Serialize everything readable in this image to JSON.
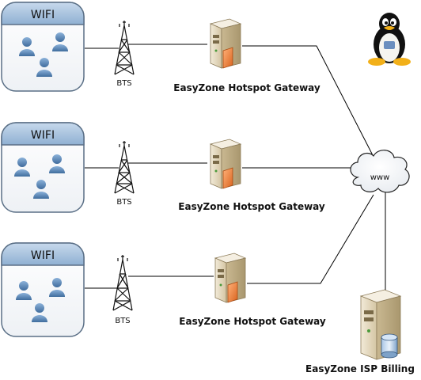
{
  "wifi_zones": [
    {
      "label": "WIFI",
      "bts_label": "BTS",
      "gateway_label": "EasyZone Hotspot Gateway"
    },
    {
      "label": "WIFI",
      "bts_label": "BTS",
      "gateway_label": "EasyZone Hotspot Gateway"
    },
    {
      "label": "WIFI",
      "bts_label": "BTS",
      "gateway_label": "EasyZone Hotspot Gateway"
    }
  ],
  "cloud_label": "www",
  "billing_label": "EasyZone ISP Billing",
  "icons": {
    "linux": "linux-tux-icon",
    "cloud": "internet-cloud-icon",
    "tower": "bts-tower-icon",
    "server": "gateway-server-icon",
    "billing_server": "billing-server-icon",
    "user": "user-icon"
  },
  "colors": {
    "wifi_header": "#9bbad8",
    "wifi_border": "#5a6f86",
    "user_fill": "#5b88b8",
    "server_body": "#e8dcc3",
    "server_accent": "#e88a4a",
    "line": "#000000"
  }
}
